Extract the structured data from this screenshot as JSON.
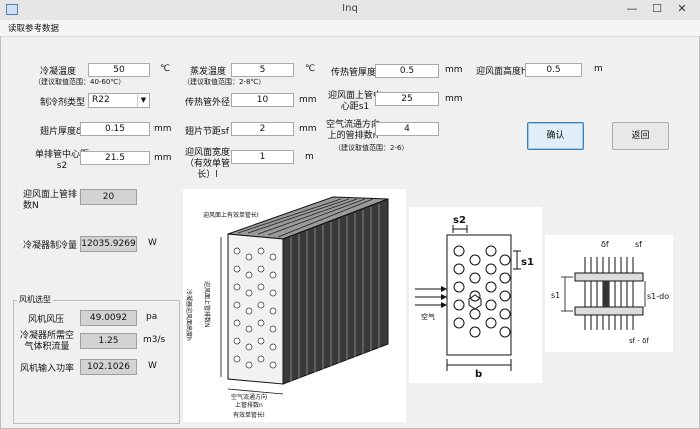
{
  "window": {
    "title": "Inq",
    "min": "—",
    "max": "☐",
    "close": "✕"
  },
  "menu": {
    "read_ref": "读取参考数据"
  },
  "fields": {
    "cond_temp": {
      "label": "冷凝温度",
      "hint": "（建议取值范围：40-60℃）",
      "value": "50",
      "unit": "℃"
    },
    "evap_temp": {
      "label": "蒸发温度",
      "hint": "（建议取值范围：2-8℃）",
      "value": "5",
      "unit": "℃"
    },
    "tube_thick": {
      "label": "传热管厚度",
      "value": "0.5",
      "unit": "mm"
    },
    "face_height": {
      "label": "迎风面高度h",
      "value": "0.5",
      "unit": "m"
    },
    "refrigerant": {
      "label": "制冷剂类型",
      "value": "R22"
    },
    "tube_od": {
      "label": "传热管外径",
      "value": "10",
      "unit": "mm"
    },
    "pitch_s1": {
      "label_1": "迎风面上管中",
      "label_2": "心距s1",
      "value": "25",
      "unit": "mm"
    },
    "fin_thick": {
      "label": "翅片厚度δf",
      "value": "0.15",
      "unit": "mm"
    },
    "fin_pitch": {
      "label": "翅片节距sf",
      "value": "2",
      "unit": "mm"
    },
    "rows": {
      "label_1": "空气流通方向",
      "label_2": "上的管排数n",
      "hint": "（建议取值范围：2-6）",
      "value": "4"
    },
    "pitch_s2": {
      "label_1": "单排管中心距",
      "label_2": "s2",
      "value": "21.5",
      "unit": "mm"
    },
    "face_width": {
      "label_1": "迎风面宽度",
      "label_2": "（有效单管",
      "label_3": "长）l",
      "value": "1",
      "unit": "m"
    }
  },
  "outputs": {
    "tube_count": {
      "label_1": "迎风面上管排",
      "label_2": "数N",
      "value": "20"
    },
    "capacity": {
      "label": "冷凝器制冷量",
      "value": "12035.9269",
      "unit": "W"
    }
  },
  "fan": {
    "title": "风机选型",
    "pressure": {
      "label": "风机风压",
      "value": "49.0092",
      "unit": "pa"
    },
    "airflow": {
      "label_1": "冷凝器所需空",
      "label_2": "气体积流量",
      "value": "1.25",
      "unit": "m3/s"
    },
    "power": {
      "label": "风机输入功率",
      "value": "102.1026",
      "unit": "W"
    }
  },
  "buttons": {
    "ok": "确认",
    "back": "返回"
  },
  "diagram": {
    "top_note": "迎风面上有效单管长l",
    "side_note_1": "冷凝器迎风面高度h",
    "side_note_2": "迎风面上管排数N",
    "bottom_note_1": "空气流通方向",
    "bottom_note_2": "上管排数n",
    "bottom_note_3": "有效单管长l",
    "air": "空气",
    "s1": "s1",
    "s2": "s2",
    "b": "b",
    "df": "δf",
    "sf": "sf",
    "sfdf": "sf - δf",
    "s1do": "s1-do"
  }
}
